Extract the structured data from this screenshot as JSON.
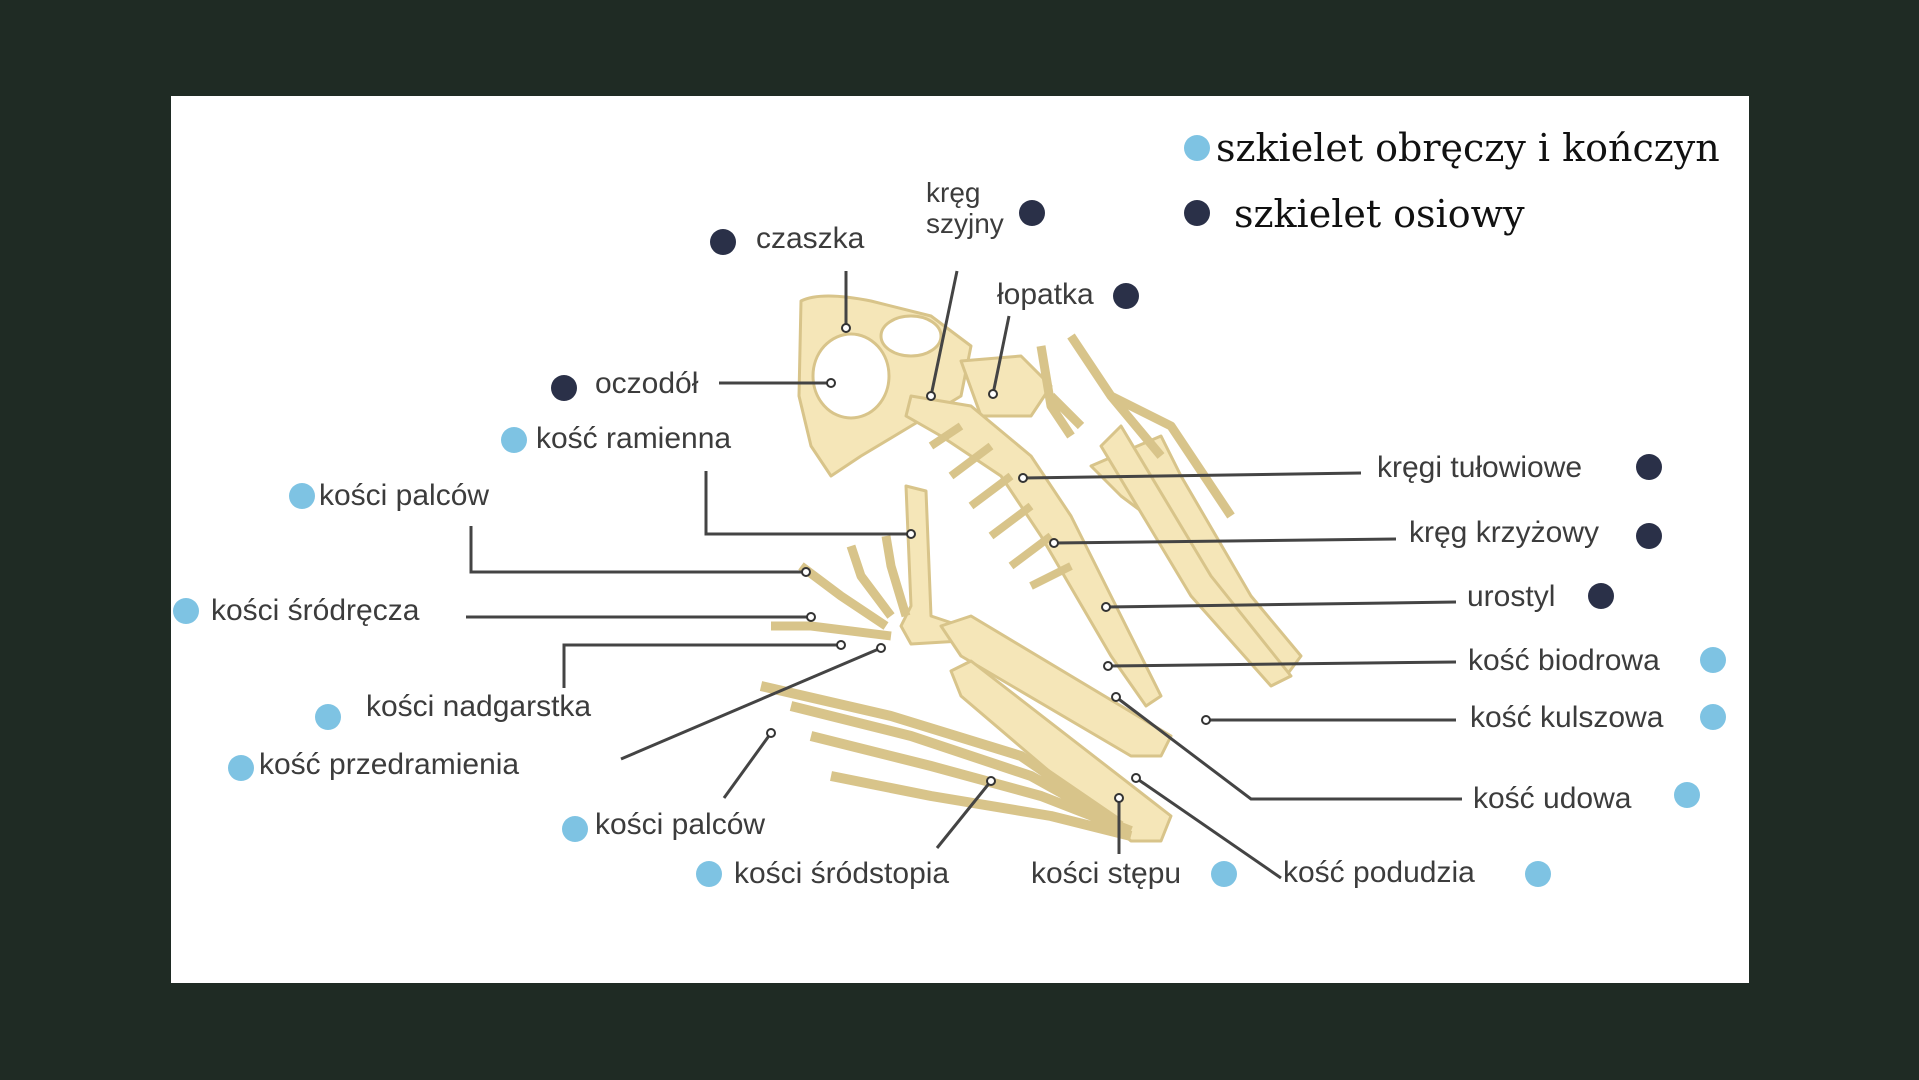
{
  "colors": {
    "background": "#1f2b24",
    "axial": "#2a3048",
    "appendicular": "#7ec3e3",
    "bone": "#f5e6b8",
    "bone_stroke": "#d8c48a",
    "leader": "#444444"
  },
  "legend": {
    "appendicular": "szkielet obręczy i kończyn",
    "axial": "szkielet osiowy"
  },
  "labels": {
    "czaszka": "czaszka",
    "oczodol": "oczodół",
    "krag_szyjny": "kręg\nszyjny",
    "lopatka": "łopatka",
    "kosc_ramienna": "kość ramienna",
    "kosci_palcow_gorne": "kości palców",
    "kosci_srodrecza": "kości śródręcza",
    "kosci_nadgarstka": "kości nadgarstka",
    "kosc_przedramienia": "kość przedramienia",
    "kosci_palcow_dolne": "kości palców",
    "kosci_srodstopia": "kości śródstopia",
    "kosci_stepu": "kości stępu",
    "kosc_podudzia": "kość podudzia",
    "kosc_udowa": "kość udowa",
    "kosc_kulszowa": "kość kulszowa",
    "kosc_biodrowa": "kość biodrowa",
    "urostyl": "urostyl",
    "krag_krzyzowy": "kręg krzyżowy",
    "kregi_tulowiowe": "kręgi tułowiowe"
  }
}
